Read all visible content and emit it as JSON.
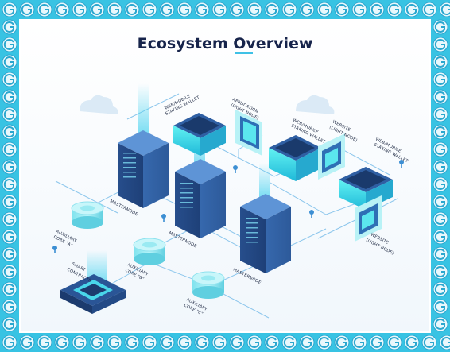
{
  "title": "Ecosystem Overview",
  "labels": {
    "masternode_1": "MASTERNODE",
    "masternode_2": "MASTERNODE",
    "masternode_3": "MASTERNODE",
    "wallet_1_l1": "WEB/MOBILE",
    "wallet_1_l2": "STAKING WALLET",
    "wallet_2_l1": "WEB/MOBILE",
    "wallet_2_l2": "STAKING WALLET",
    "wallet_3_l1": "WEB/MOBILE",
    "wallet_3_l2": "STAKING WALLET",
    "application_l1": "APPLICATION",
    "application_l2": "(LIGHT NODE)",
    "website_1_l1": "WEBSITE",
    "website_1_l2": "(LIGHT NODE)",
    "website_2_l1": "WEBSITE",
    "website_2_l2": "(LIGHT NODE)",
    "aux_a_l1": "AUXILIARY",
    "aux_a_l2": "CORE \"A\"",
    "aux_b_l1": "AUXILIARY",
    "aux_b_l2": "CORE \"B\"",
    "aux_c_l1": "AUXILIARY",
    "aux_c_l2": "CORE \"C\"",
    "smart_l1": "SMART",
    "smart_l2": "CONTRACTS"
  },
  "colors": {
    "frame": "#38c3e3",
    "frame_tile": "#e9f8fc",
    "server": "#27508f",
    "server_dark": "#173565",
    "accent": "#3fe0e8",
    "title": "#17244b",
    "line": "#7fbfe8"
  }
}
